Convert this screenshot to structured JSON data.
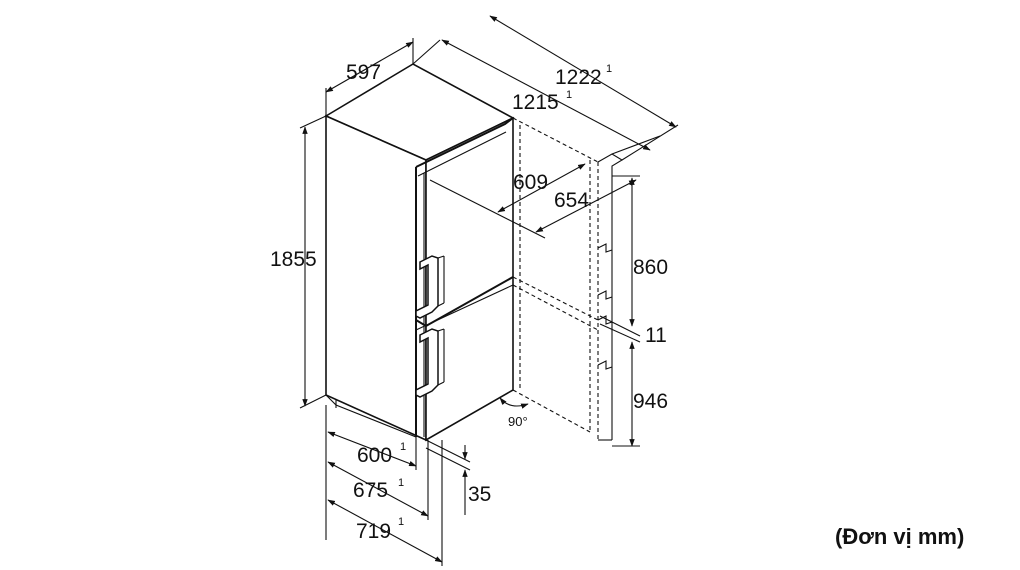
{
  "colors": {
    "ink": "#111111",
    "background": "#ffffff"
  },
  "unit_note": "(Đơn vị mm)",
  "angle_label": "90°",
  "dimensions": {
    "width_597": "597",
    "depth_1222": "1222",
    "depth_1222_note": "1",
    "depth_1215": "1215",
    "depth_1215_note": "1",
    "depth_609": "609",
    "depth_654": "654",
    "height_1855": "1855",
    "height_860": "860",
    "gap_11": "11",
    "height_946": "946",
    "depth_600": "600",
    "depth_600_note": "1",
    "depth_675": "675",
    "depth_675_note": "1",
    "depth_719": "719",
    "depth_719_note": "1",
    "height_35": "35"
  }
}
